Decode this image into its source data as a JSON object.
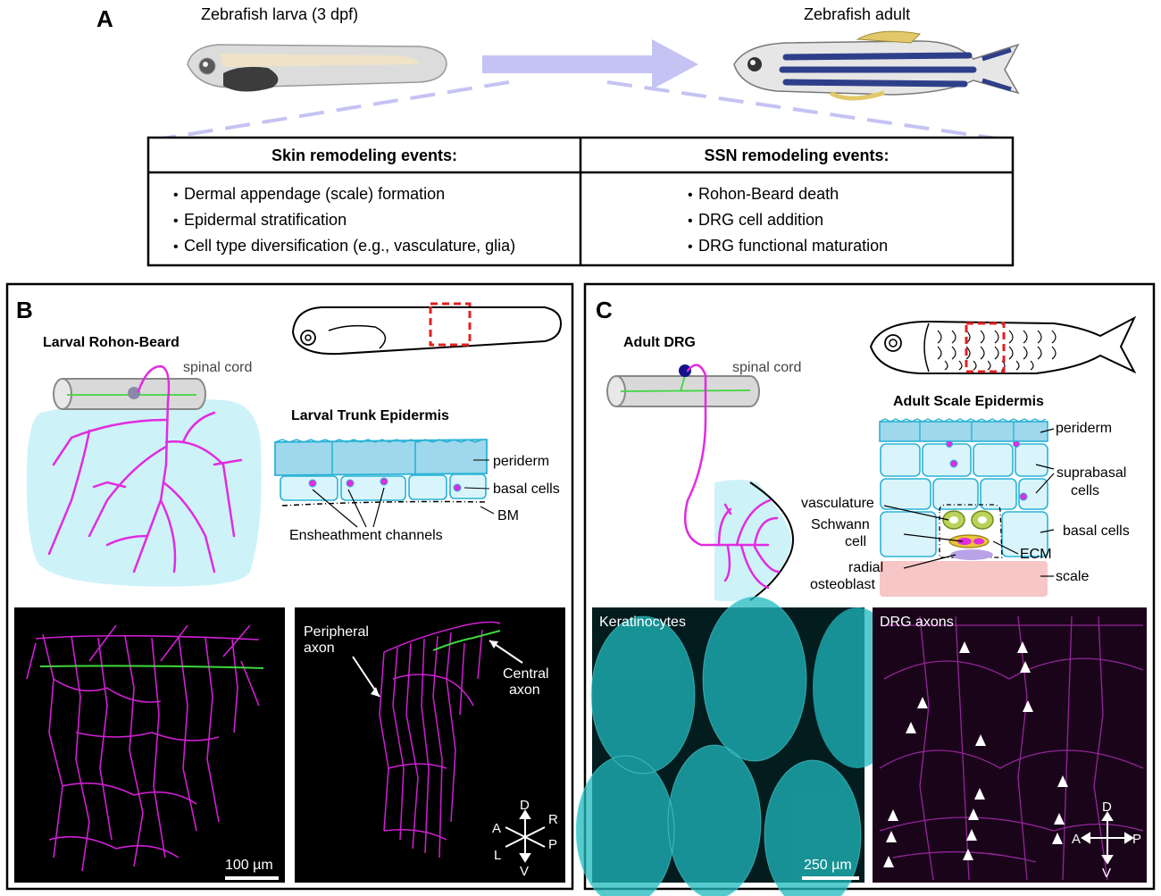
{
  "panel_a": {
    "letter": "A",
    "larva_title": "Zebrafish larva (3 dpf)",
    "adult_title": "Zebrafish adult",
    "table": {
      "skin_header": "Skin remodeling events:",
      "ssn_header": "SSN remodeling events:",
      "skin_items": [
        "Dermal appendage (scale) formation",
        "Epidermal stratification",
        "Cell type diversification (e.g., vasculature, glia)"
      ],
      "ssn_items": [
        "Rohon-Beard death",
        "DRG cell addition",
        "DRG functional maturation"
      ]
    }
  },
  "panel_b": {
    "letter": "B",
    "neuron_title": "Larval Rohon-Beard",
    "spinal_cord": "spinal cord",
    "epidermis_title": "Larval Trunk Epidermis",
    "periderm": "periderm",
    "basal_cells": "basal cells",
    "bm": "BM",
    "ensheathment": "Ensheathment channels",
    "scale_bar": "100 µm",
    "peripheral_axon": [
      "Peripheral",
      "axon"
    ],
    "central_axon": [
      "Central",
      "axon"
    ],
    "compass": {
      "d": "D",
      "r": "R",
      "a": "A",
      "p": "P",
      "l": "L",
      "v": "V"
    }
  },
  "panel_c": {
    "letter": "C",
    "neuron_title": "Adult DRG",
    "spinal_cord": "spinal cord",
    "epidermis_title": "Adult Scale Epidermis",
    "periderm": "periderm",
    "suprabasal": [
      "suprabasal",
      "cells"
    ],
    "vasculature": "vasculature",
    "schwann": [
      "Schwann",
      "cell"
    ],
    "basal_cells": "basal cells",
    "ecm": "ECM",
    "radial": [
      "radial",
      "osteoblast"
    ],
    "scale": "scale",
    "keratinocytes": "Keratinocytes",
    "drg_axons": "DRG axons",
    "scale_bar": "250 µm",
    "compass": {
      "d": "D",
      "a": "A",
      "p": "P",
      "v": "V"
    }
  },
  "colors": {
    "arrow": "#c5c3f3",
    "neuron": "#e22be0",
    "axon_central": "#3fd63f",
    "epidermis_fill": "#cdf3f8",
    "cell_stroke": "#2bb3d6",
    "periderm_fill": "#9fd8ec",
    "keratinocyte": "#1fb9be",
    "drg_stain": "#a12aa6",
    "scale_fill": "#f7c6c6",
    "box_red": "#e02020"
  }
}
